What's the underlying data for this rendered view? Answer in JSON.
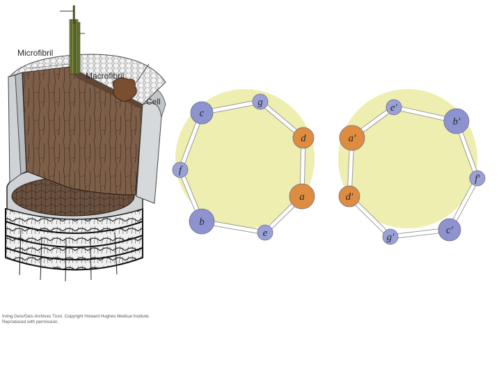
{
  "hair_figure": {
    "labels": {
      "microfibril": "Microfibril",
      "macrofibril": "Macrofibril",
      "cell": "Cell"
    },
    "credit_line1": "Irving Geis/Geis Archives Trust. Copyright Howard Hughes Medical Institute.",
    "credit_line2": "Reproduced with permission."
  },
  "helical_wheels": [
    {
      "residues": [
        {
          "label": "a",
          "kind": "core"
        },
        {
          "label": "b",
          "kind": "surface"
        },
        {
          "label": "c",
          "kind": "surface"
        },
        {
          "label": "d",
          "kind": "core"
        },
        {
          "label": "e",
          "kind": "edge"
        },
        {
          "label": "f",
          "kind": "edge"
        },
        {
          "label": "g",
          "kind": "edge"
        }
      ]
    },
    {
      "residues": [
        {
          "label": "a′",
          "kind": "core"
        },
        {
          "label": "b′",
          "kind": "surface"
        },
        {
          "label": "c′",
          "kind": "surface"
        },
        {
          "label": "d′",
          "kind": "core"
        },
        {
          "label": "e′",
          "kind": "edge"
        },
        {
          "label": "f′",
          "kind": "edge"
        },
        {
          "label": "g′",
          "kind": "edge"
        }
      ]
    }
  ],
  "colors": {
    "wheel_disc": "#eeeeb0",
    "core_residue": "#de8c40",
    "surface_residue": "#8c93cf",
    "edge_residue": "#9aa1d6",
    "cortex_brown": "#7d5f49",
    "cuticle_gray": "#cfd3d6",
    "fibril_green": "#6f7d3a"
  }
}
